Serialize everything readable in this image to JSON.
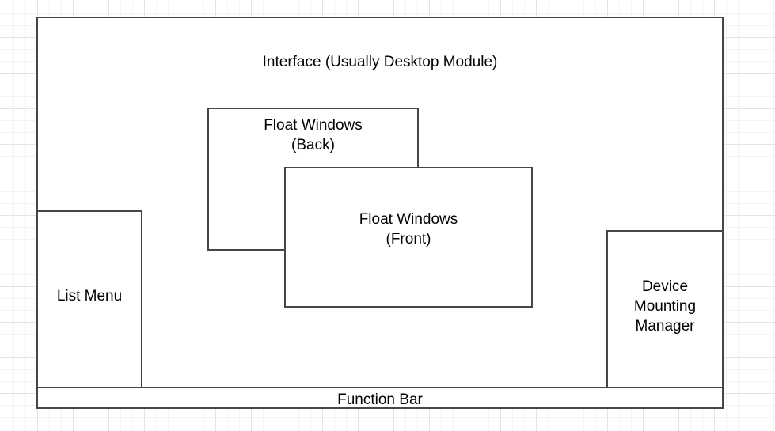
{
  "diagram": {
    "title": "Application UI Layout Wireframe",
    "background": "#ffffff",
    "grid_minor_color": "#f4f4f4",
    "grid_major_color": "#e3e3e3",
    "box_border_color": "#464646",
    "text_color": "#000000",
    "nodes": {
      "interface": {
        "label": "Interface (Usually Desktop Module)"
      },
      "list_menu": {
        "label": "List Menu"
      },
      "float_back": {
        "label": "Float Windows\n(Back)"
      },
      "float_front": {
        "label": "Float Windows\n(Front)"
      },
      "device_manager": {
        "label": "Device\nMounting\nManager"
      },
      "function_bar": {
        "label": "Function Bar"
      }
    }
  }
}
